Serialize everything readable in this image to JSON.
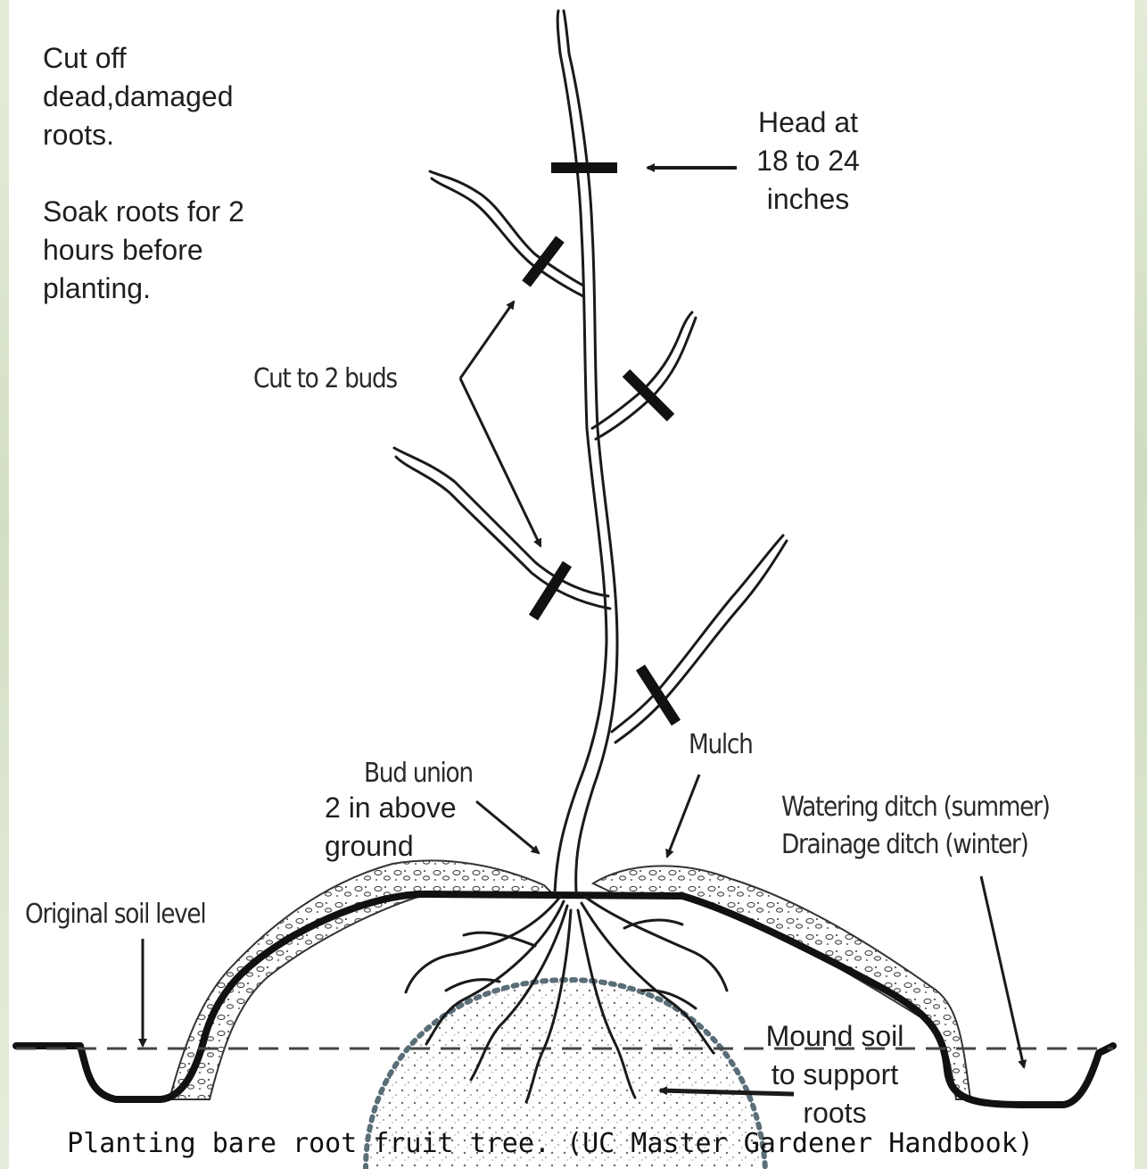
{
  "notes": {
    "cut_roots": "Cut off\ndead,damaged\nroots.",
    "soak_roots": "Soak roots for 2\nhours before\nplanting."
  },
  "labels": {
    "head": "Head at\n18 to 24\ninches",
    "cut_to_buds": "Cut to 2 buds",
    "mulch": "Mulch",
    "bud_union": "Bud union",
    "bud_union_height": "2 in above\nground",
    "ditch": "Watering ditch (summer)\nDrainage ditch (winter)",
    "original_soil": "Original soil level",
    "mound_soil": "Mound soil\nto support\nroots"
  },
  "caption": "Planting bare root fruit tree. (UC Master Gardener Handbook)",
  "colors": {
    "ink": "#1a1a1a",
    "dashed_circle": "#5a6e78",
    "background": "#dfe8d3"
  }
}
